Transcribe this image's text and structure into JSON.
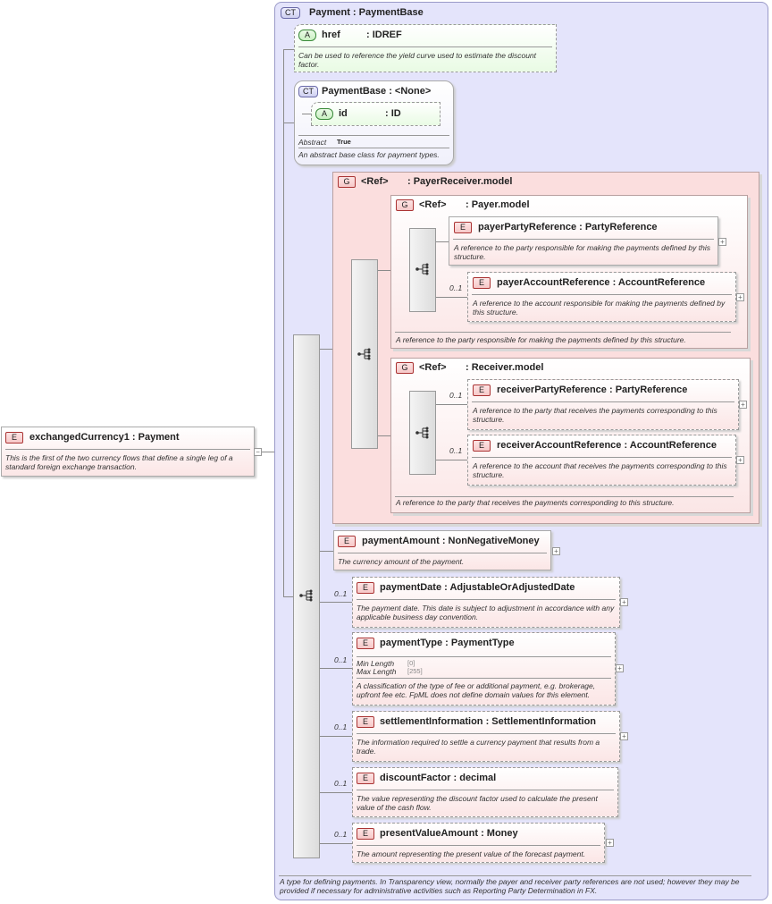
{
  "root": {
    "badge": "E",
    "title": "exchangedCurrency1 : Payment",
    "desc": "This is the first of the two currency flows that define a single leg of a standard foreign exchange transaction."
  },
  "payment_type": {
    "badge": "CT",
    "title": "Payment : PaymentBase",
    "desc": "A type for defining payments. In Transparency view, normally the payer and receiver party references are not used; however they may be provided if necessary for administrative activities such as Reporting Party Determination in FX."
  },
  "href_attr": {
    "badge": "A",
    "name": "href",
    "type": ": IDREF",
    "desc": "Can be used to reference the yield curve used to estimate the discount factor."
  },
  "payment_base": {
    "badge": "CT",
    "title": "PaymentBase : <None>",
    "attr_badge": "A",
    "attr_name": "id",
    "attr_type": ": ID",
    "abstract_label": "Abstract",
    "abstract_value": "True",
    "desc": "An abstract base class for payment types."
  },
  "payer_receiver_group": {
    "badge": "G",
    "ref": "<Ref>",
    "title": ": PayerReceiver.model"
  },
  "payer_group": {
    "badge": "G",
    "ref": "<Ref>",
    "title": ": Payer.model",
    "desc": "A reference to the party responsible for making the payments defined by this structure."
  },
  "receiver_group": {
    "badge": "G",
    "ref": "<Ref>",
    "title": ": Receiver.model",
    "desc": "A reference to the party that receives the payments corresponding to this structure."
  },
  "payer_party_ref": {
    "badge": "E",
    "title": "payerPartyReference : PartyReference",
    "desc": "A reference to the party responsible for making the payments defined by this structure."
  },
  "payer_account_ref": {
    "badge": "E",
    "occ": "0..1",
    "title": "payerAccountReference : AccountReference",
    "desc": "A reference to the account responsible for making the payments defined by this structure."
  },
  "receiver_party_ref": {
    "badge": "E",
    "occ": "0..1",
    "title": "receiverPartyReference : PartyReference",
    "desc": "A reference to the party that receives the payments corresponding to this structure."
  },
  "receiver_account_ref": {
    "badge": "E",
    "occ": "0..1",
    "title": "receiverAccountReference : AccountReference",
    "desc": "A reference to the account that receives the payments corresponding to this structure."
  },
  "payment_amount": {
    "badge": "E",
    "title": "paymentAmount : NonNegativeMoney",
    "desc": "The currency amount of the payment."
  },
  "payment_date": {
    "badge": "E",
    "occ": "0..1",
    "title": "paymentDate : AdjustableOrAdjustedDate",
    "desc": "The payment date. This date is subject to adjustment in accordance with any applicable business day convention."
  },
  "payment_type_el": {
    "badge": "E",
    "occ": "0..1",
    "title": "paymentType : PaymentType",
    "min_label": "Min Length",
    "min_value": "[0]",
    "max_label": "Max Length",
    "max_value": "[255]",
    "desc": "A classification of the type of fee or additional payment, e.g. brokerage, upfront fee etc. FpML does not define domain values for this element."
  },
  "settlement_info": {
    "badge": "E",
    "occ": "0..1",
    "title": "settlementInformation : SettlementInformation",
    "desc": "The information required to settle a currency payment that results from a trade."
  },
  "discount_factor": {
    "badge": "E",
    "occ": "0..1",
    "title": "discountFactor : decimal",
    "desc": "The value representing the discount factor used to calculate the present value of the cash flow."
  },
  "present_value_amount": {
    "badge": "E",
    "occ": "0..1",
    "title": "presentValueAmount : Money",
    "desc": "The amount representing the present value of the forecast payment."
  },
  "symbols": {
    "plus": "+",
    "minus": "−"
  },
  "icons": {
    "sequence": "sequence-icon"
  },
  "colors": {
    "complex_type_bg": "#e4e4fb",
    "group_bg": "#fbdede",
    "attribute_bg": "#e9fbe4"
  }
}
